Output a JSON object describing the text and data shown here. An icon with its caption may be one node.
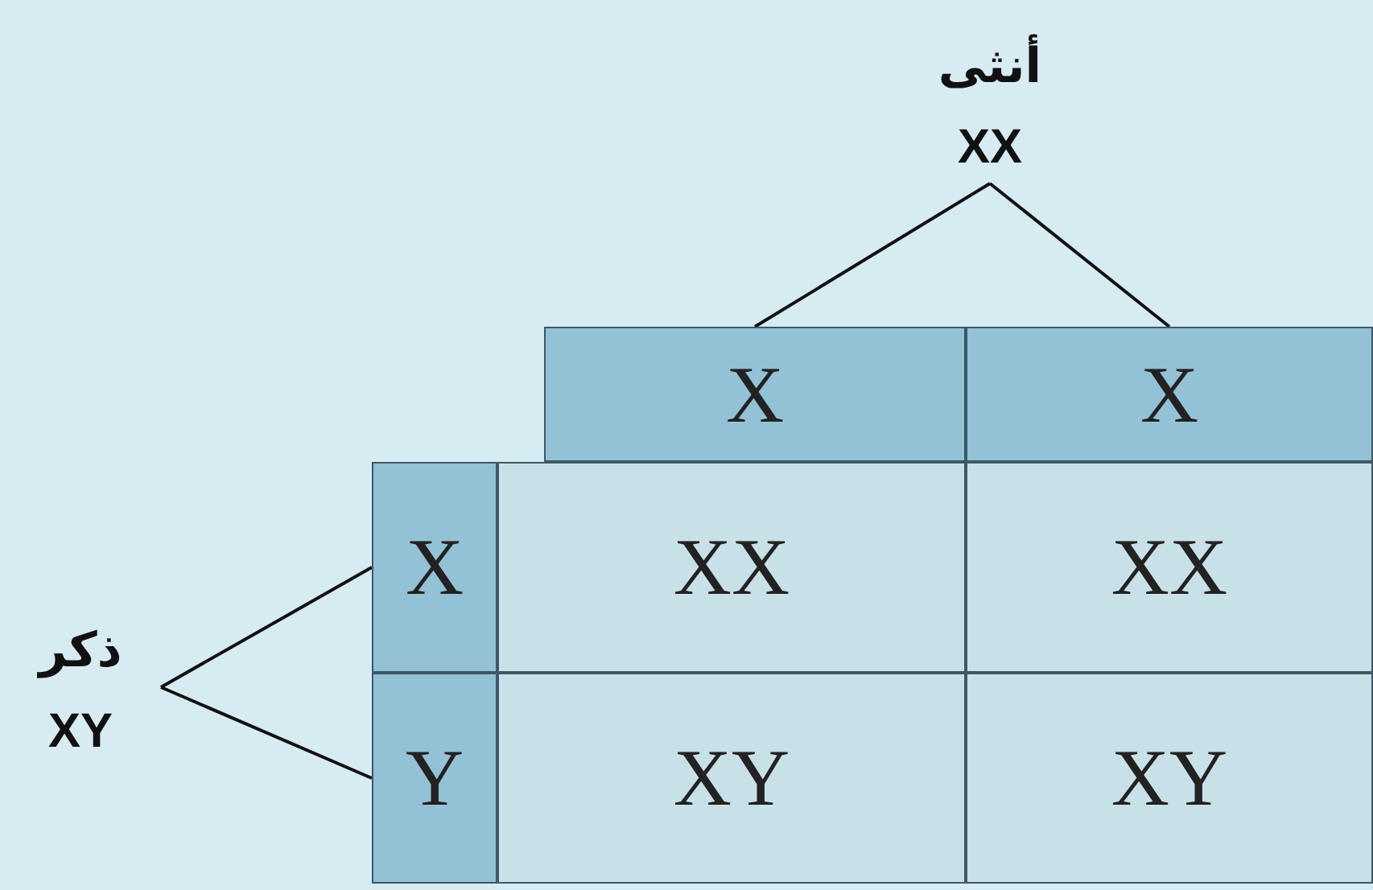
{
  "diagram": {
    "nodes": [
      {
        "text": [
          "أنثى",
          "XX"
        ]
      },
      {
        "text": [
          "X"
        ]
      },
      {
        "text": [
          "X"
        ]
      },
      {
        "text": [
          "ذكر",
          "XY"
        ]
      },
      {
        "text": [
          "X"
        ]
      },
      {
        "text": [
          "XX"
        ]
      },
      {
        "text": [
          "XX"
        ]
      },
      {
        "text": [
          "Y"
        ]
      },
      {
        "text": [
          "XY"
        ]
      },
      {
        "text": [
          "XY"
        ]
      }
    ],
    "edges": [
      {
        "from": 0,
        "to": 1,
        "arrow": "none"
      },
      {
        "from": 0,
        "to": 2,
        "arrow": "none"
      },
      {
        "from": 3,
        "to": 4,
        "arrow": "none"
      },
      {
        "from": 3,
        "to": 7,
        "arrow": "none"
      }
    ]
  }
}
